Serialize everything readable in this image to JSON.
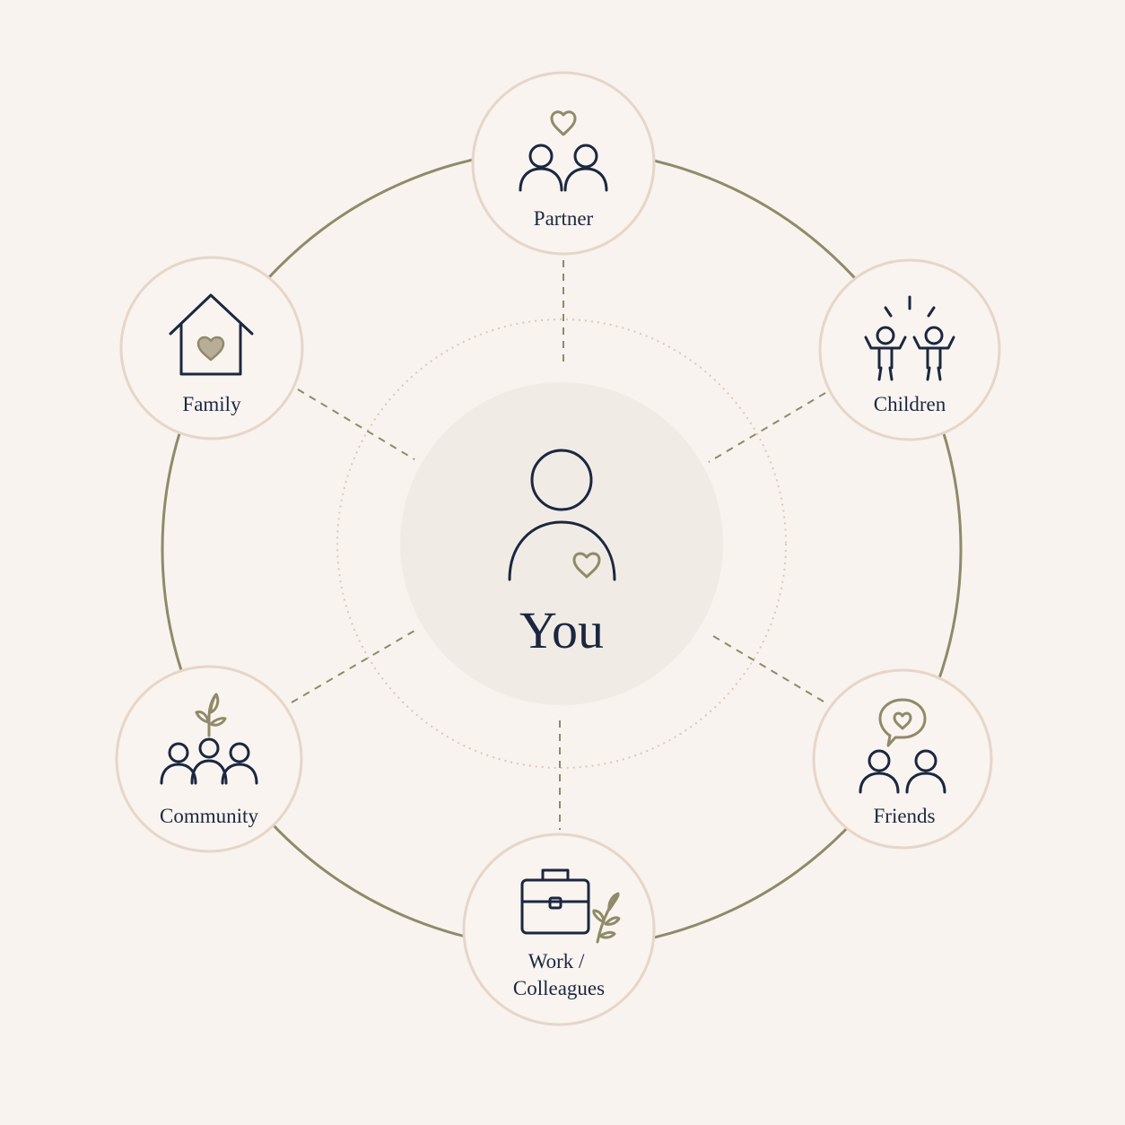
{
  "center": {
    "label": "You",
    "icon": "person-with-heart-icon"
  },
  "nodes": [
    {
      "id": "partner",
      "label_lines": [
        "Partner"
      ],
      "icon": "couple-with-heart-icon"
    },
    {
      "id": "children",
      "label_lines": [
        "Children"
      ],
      "icon": "two-cheering-children-icon"
    },
    {
      "id": "friends",
      "label_lines": [
        "Friends"
      ],
      "icon": "two-people-speech-heart-icon"
    },
    {
      "id": "work",
      "label_lines": [
        "Work /",
        "Colleagues"
      ],
      "icon": "briefcase-with-sprig-icon"
    },
    {
      "id": "community",
      "label_lines": [
        "Community"
      ],
      "icon": "three-people-with-sprout-icon"
    },
    {
      "id": "family",
      "label_lines": [
        "Family"
      ],
      "icon": "house-with-heart-icon"
    }
  ],
  "colors": {
    "background": "#f8f3ee",
    "navy": "#1b2740",
    "olive": "#8f8a68",
    "beige_ring": "#e6d6c9",
    "center_fill": "#f1ebe5"
  }
}
